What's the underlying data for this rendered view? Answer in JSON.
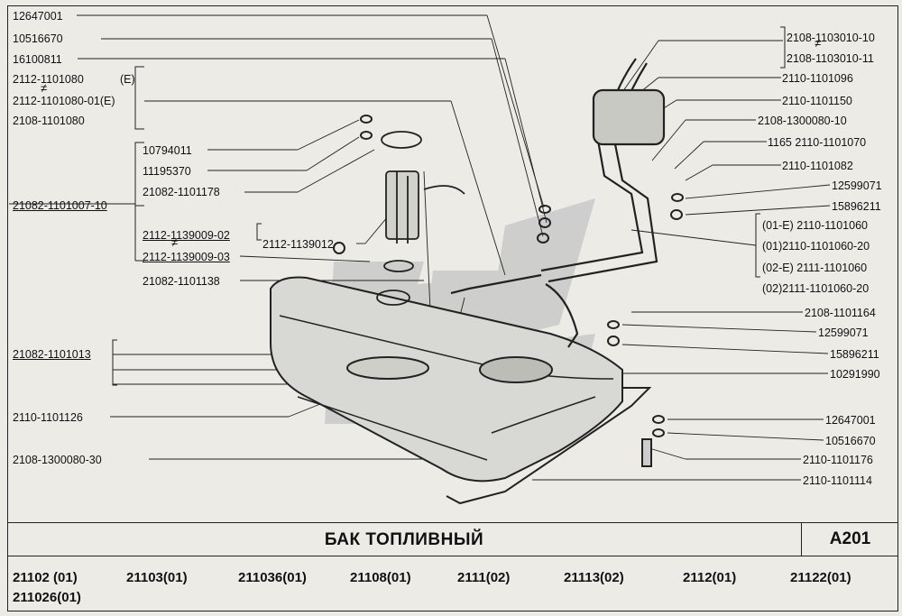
{
  "title": "БАК ТОПЛИВНЫЙ",
  "code": "A201",
  "models": [
    "21102 (01)",
    "211026(01)",
    "21103(01)",
    "211036(01)",
    "21108(01)",
    "2111(02)",
    "21113(02)",
    "2112(01)",
    "21122(01)"
  ],
  "left_labels": {
    "l1": "12647001",
    "l2": "10516670",
    "l3": "16100811",
    "l4": "2112-1101080",
    "l4b": "(E)",
    "l5": "2112-1101080-01(E)",
    "l6": "2108-1101080",
    "l7": "10794011",
    "l8": "11195370",
    "l9": "21082-1101178",
    "l10": "21082-1101007-10",
    "l11": "2112-1139009-02",
    "l12": "2112-1139009-03",
    "l13": "2112-1139012",
    "l14": "21082-1101138",
    "l15": "21082-1101013",
    "l16": "2110-1101126",
    "l17": "2108-1300080-30"
  },
  "right_labels": {
    "r1": "2108-1103010-10",
    "r2": "2108-1103010-11",
    "r3": "2110-1101096",
    "r4": "2110-1101150",
    "r5": "2108-1300080-10",
    "r6": "1165  2110-1101070",
    "r7": "2110-1101082",
    "r8": "12599071",
    "r9": "15896211",
    "r10": "(01-E)  2110-1101060",
    "r11": "(01)2110-1101060-20",
    "r12": "(02-E)  2111-1101060",
    "r13": "(02)2111-1101060-20",
    "r14": "2108-1101164",
    "r15": "12599071",
    "r16": "15896211",
    "r17": "10291990",
    "r18": "12647001",
    "r19": "10516670",
    "r20": "2110-1101176",
    "r21": "2110-1101114"
  },
  "neq_symbol": "≠"
}
